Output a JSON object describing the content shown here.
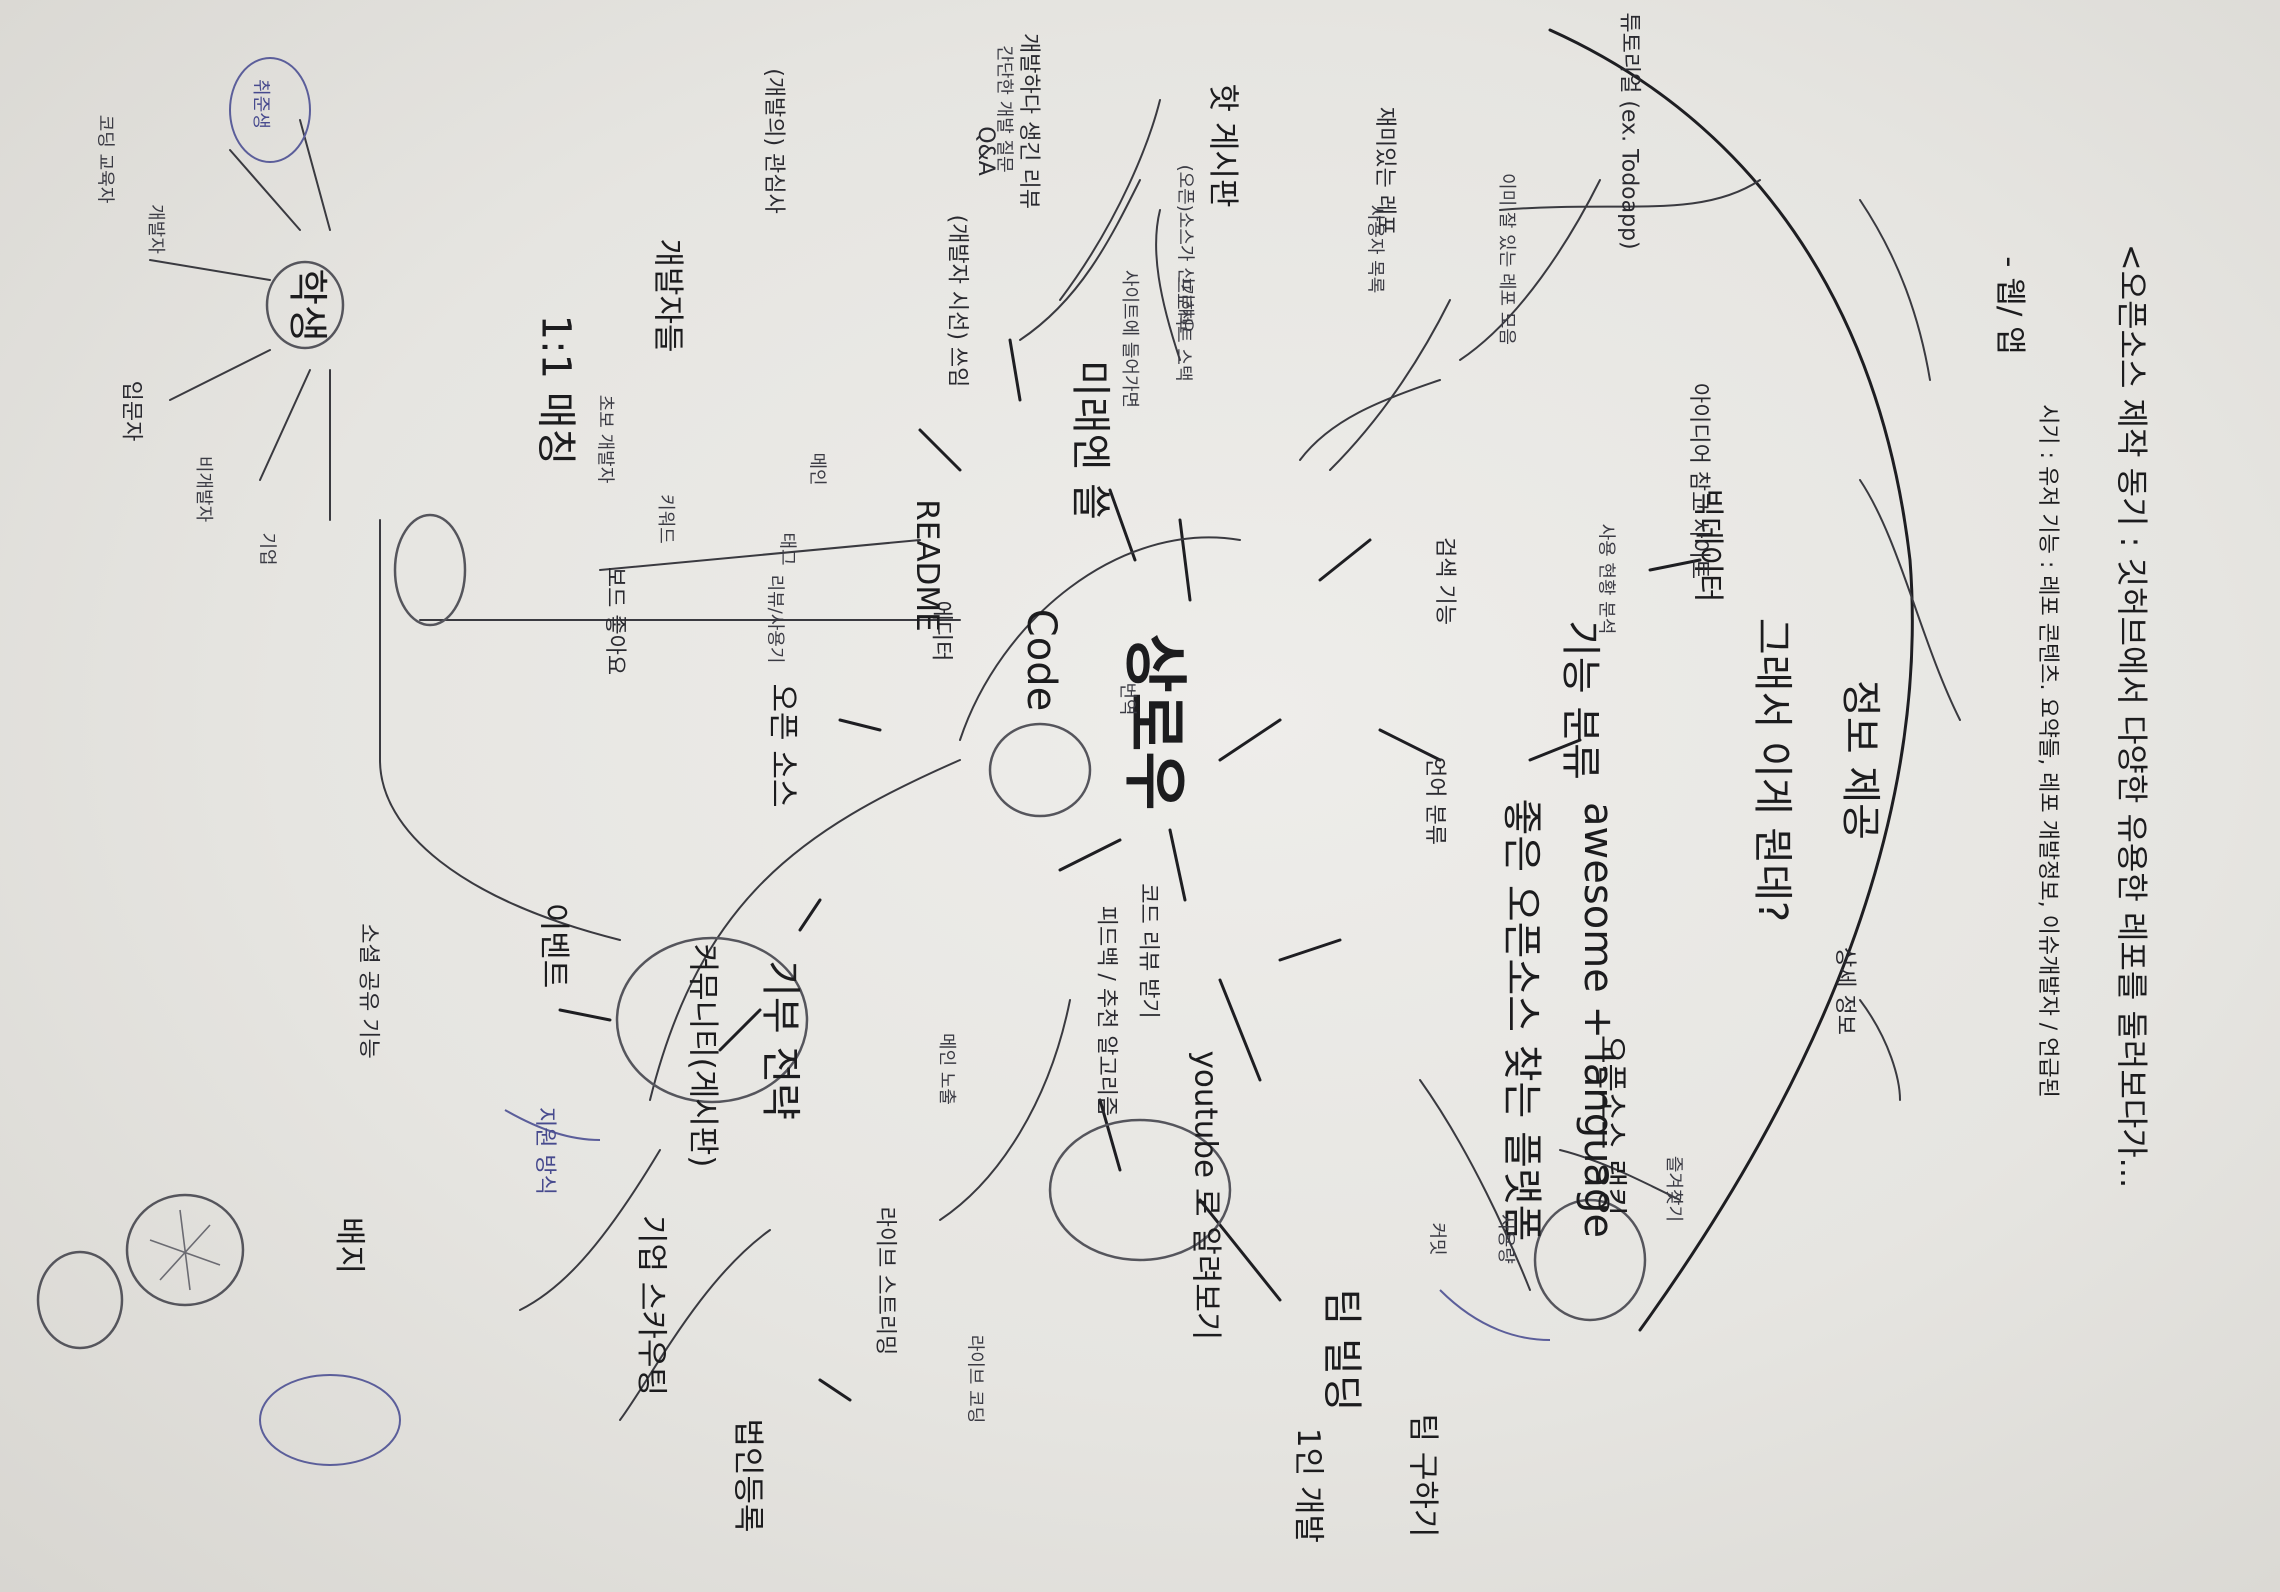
{
  "center": "상로우",
  "header": [
    "<오픈소스 제작 동기 : 깃허브에서 다양한 유용한 레포를 둘러보다가...",
    "시기 : 유저 기능 : 레포 콘텐츠. 요약들, 레포 개발정보, 이슈개발자 / 언급된",
    "- 웹/ 앱"
  ],
  "clusters": {
    "upper": [
      "핫 게시판",
      "튜토리얼 (ex. Todoapp)",
      "재미있는 레포",
      "사용자 목록",
      "이미 잘 있는 레포 모음",
      "(오픈)소스가 신기해요"
    ],
    "left_upper": [
      "개발하다 생긴 리뷰",
      "Q&A",
      "간단한 개발 질문",
      "미래엔 쓸",
      "(개발자 시선) 쓰임",
      "프로젝트 스택",
      "사이트에 들어가면"
    ],
    "left": [
      "Code",
      "에디터",
      "README",
      "태그",
      "메인",
      "키워드",
      "번역",
      "리뷰/사용기"
    ],
    "left_mid": [
      "개발자들",
      "오픈 소스",
      "(개발의) 관심사",
      "1:1 매칭",
      "보드 좋아요",
      "초보 개발자"
    ],
    "lower_left": [
      "기부 전략",
      "커뮤니티(게시판)",
      "이벤트",
      "소셜 공유 기능",
      "지원 방식",
      "기업 스카우팅",
      "법인등록",
      "배지"
    ],
    "lower": [
      "youtube 로 알려보기",
      "라이브 스트리밍",
      "라이브 코딩",
      "피드백 / 추천 알고리즘",
      "코드 리뷰 받기",
      "메인 노출"
    ],
    "right": [
      "좋은 오픈소스 찾는 플랫폼",
      "awesome + language",
      "오픈소스 랭킹",
      "사용량",
      "즐겨찾기",
      "커밋",
      "팀 빌딩",
      "1인 개발",
      "팀 구하기"
    ],
    "far_right": [
      "기능 분류",
      "언어 분류",
      "빅데이터",
      "검색 기능",
      "사용 현황 분석",
      "아이디어 참고 사이트",
      "그래서 이게 뭔데?",
      "정보 제공",
      "상세 정보"
    ],
    "sun": [
      "학생",
      "개발자",
      "코딩 교육자",
      "취준생",
      "입문자",
      "비개발자",
      "기업"
    ]
  }
}
